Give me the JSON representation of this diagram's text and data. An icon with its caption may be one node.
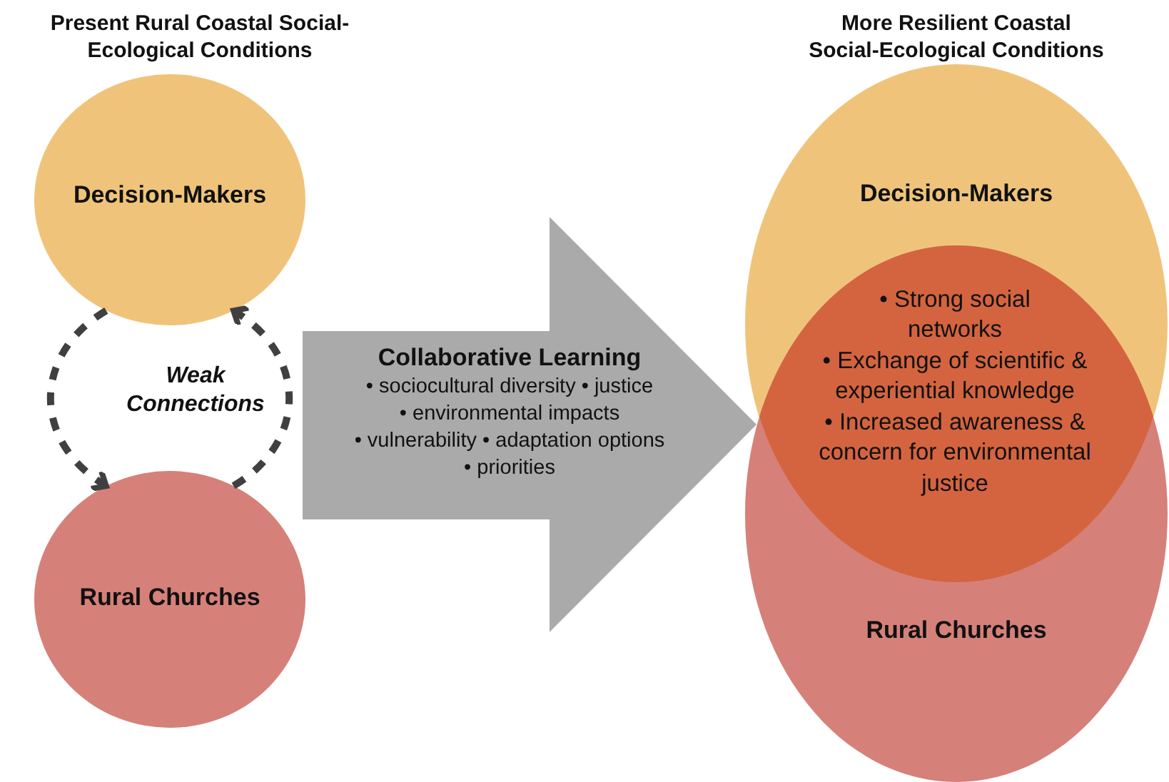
{
  "diagram": {
    "nodes": [
      {
        "text": [
          "Decision-Makers"
        ]
      },
      {
        "text": [
          "Rural Churches"
        ]
      },
      {
        "text": [
          "Collaborative Learning",
          "• sociocultural diversity • justice",
          "• environmental impacts",
          "• vulnerability • adaptation options",
          "• priorities"
        ]
      },
      {
        "text": [
          "Decision-Makers"
        ]
      },
      {
        "text": [
          "Rural Churches"
        ]
      },
      {
        "text": [
          "• Strong social networks",
          "• Exchange of scientific & experiential knowledge",
          "• Increased awareness & concern for environmental justice"
        ]
      }
    ],
    "edges": [
      {
        "from": 0,
        "to": 1,
        "arrow": "to",
        "style": "dashed"
      },
      {
        "from": 1,
        "to": 0,
        "arrow": "to",
        "style": "dashed"
      }
    ],
    "labels": [
      "Present Rural Coastal Social-Ecological Conditions",
      "More Resilient Coastal Social-Ecological Conditions",
      "Weak Connections"
    ]
  }
}
